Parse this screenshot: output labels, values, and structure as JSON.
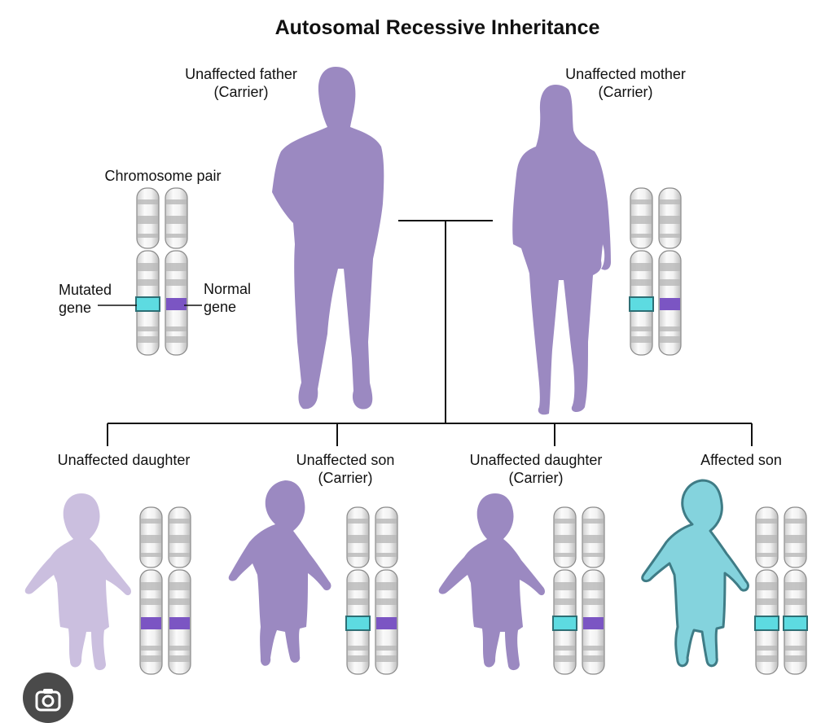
{
  "title": "Autosomal Recessive Inheritance",
  "parents": {
    "father": {
      "label": "Unaffected father",
      "sub": "(Carrier)"
    },
    "mother": {
      "label": "Unaffected mother",
      "sub": "(Carrier)"
    }
  },
  "legend": {
    "chromosome_pair": "Chromosome pair",
    "mutated_line1": "Mutated",
    "mutated_line2": "gene",
    "normal_line1": "Normal",
    "normal_line2": "gene"
  },
  "children": [
    {
      "label": "Unaffected daughter",
      "sub": ""
    },
    {
      "label": "Unaffected son",
      "sub": "(Carrier)"
    },
    {
      "label": "Unaffected daughter",
      "sub": "(Carrier)"
    },
    {
      "label": "Affected son",
      "sub": ""
    }
  ],
  "colors": {
    "figure_purple": "#9b89c1",
    "figure_light": "#cbbfdf",
    "affected_teal": "#84d3dd",
    "affected_outline": "#3f7c86",
    "mutated_gene": "#5ddbe1",
    "normal_gene": "#7b55c3",
    "line": "#111111"
  },
  "icons": {
    "lens": "camera-lens-icon"
  }
}
